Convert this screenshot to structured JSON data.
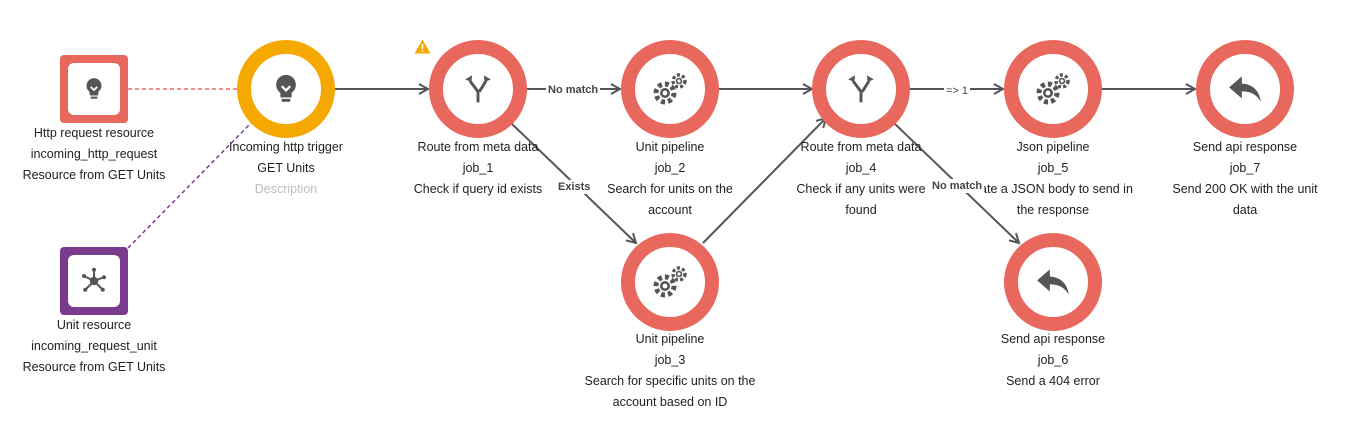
{
  "resources": [
    {
      "id": "http",
      "type": "Http request resource",
      "name": "incoming_http_request",
      "desc": "Resource from GET Units",
      "color": "#e8685d",
      "icon": "lightbulb-icon"
    },
    {
      "id": "unit",
      "type": "Unit resource",
      "name": "incoming_request_unit",
      "desc": "Resource from GET Units",
      "color": "#7a3b8f",
      "icon": "network-icon"
    }
  ],
  "trigger": {
    "title": "Incoming http trigger",
    "name": "GET Units",
    "desc": "Description",
    "color": "#f5a800",
    "icon": "lightbulb-icon"
  },
  "jobs": [
    {
      "id": "job_1",
      "title": "Route from meta data",
      "desc": "Check if query id exists",
      "icon": "route-icon",
      "warning": true
    },
    {
      "id": "job_2",
      "title": "Unit pipeline",
      "desc": "Search for units on the account",
      "icon": "gears-icon"
    },
    {
      "id": "job_3",
      "title": "Unit pipeline",
      "desc": "Search for specific units on the account based on ID",
      "icon": "gears-icon"
    },
    {
      "id": "job_4",
      "title": "Route from meta data",
      "desc": "Check if any units were found",
      "icon": "route-icon"
    },
    {
      "id": "job_5",
      "title": "Json pipeline",
      "desc": "eate a JSON body to send in the response",
      "icon": "gears-icon"
    },
    {
      "id": "job_6",
      "title": "Send api response",
      "desc": "Send a 404 error",
      "icon": "reply-icon"
    },
    {
      "id": "job_7",
      "title": "Send api response",
      "desc": "Send 200 OK with the unit data",
      "icon": "reply-icon"
    }
  ],
  "edges": {
    "job1_job2": "No match",
    "job1_job3": "Exists",
    "job4_job5": "=> 1",
    "job4_job6": "No match"
  },
  "colors": {
    "job": "#e8685d",
    "trigger": "#f5a800",
    "edge": "#555555",
    "icon": "#555555"
  }
}
